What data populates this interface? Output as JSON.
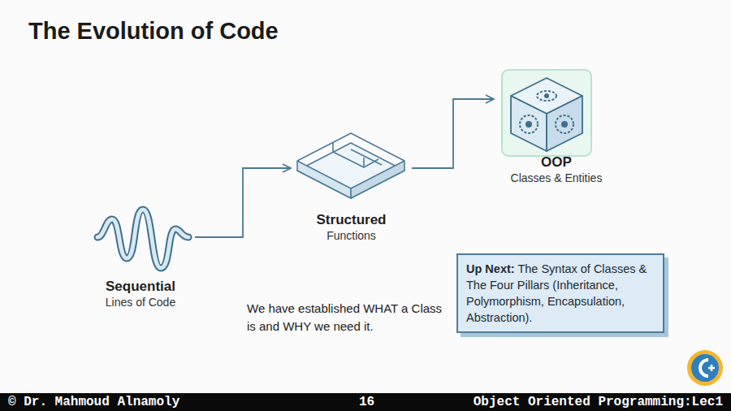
{
  "diagram": {
    "title": "The Evolution of Code",
    "nodes": [
      {
        "text": [
          "Sequential",
          "Lines of Code"
        ]
      },
      {
        "text": [
          "Structured",
          "Functions"
        ]
      },
      {
        "text": [
          "OOP",
          "Classes & Entities"
        ]
      },
      {
        "text": [
          "Up Next:",
          "The Syntax of Classes & The Four Pillars (Inheritance, Polymorphism, Encapsulation, Abstraction)."
        ]
      }
    ],
    "edges": [
      {
        "from": 0,
        "to": 1,
        "arrow": "to"
      },
      {
        "from": 1,
        "to": 2,
        "arrow": "to"
      }
    ],
    "labels": [
      "We have established WHAT a Class is and WHY we need it.",
      "© Dr. Mahmoud Alnamoly",
      "16",
      "Object Oriented Programming:Lec1"
    ]
  }
}
